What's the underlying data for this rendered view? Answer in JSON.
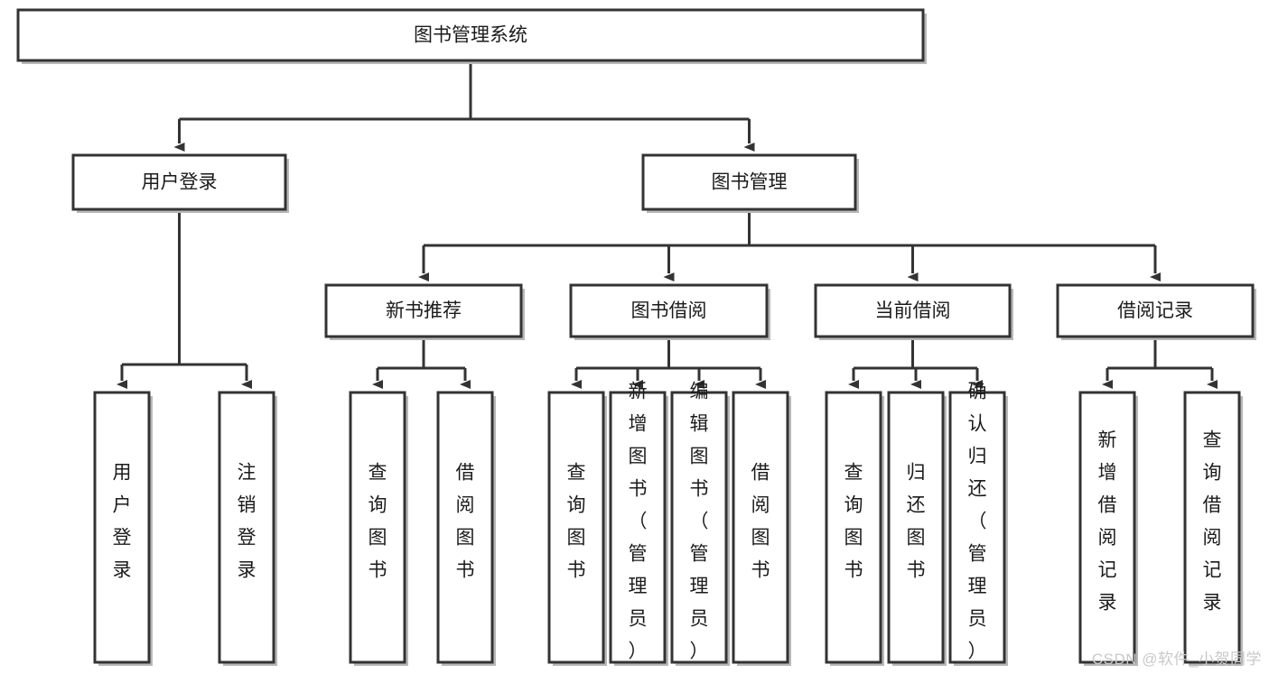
{
  "diagram": {
    "title": "图书管理系统",
    "type": "hierarchy-tree",
    "orientation": "top-down",
    "levels": 4,
    "colors": {
      "box_fill": "#ffffff",
      "box_stroke": "#333333",
      "edge": "#333333",
      "text": "#1b1b1b",
      "watermark": "#c9c9c9",
      "background": "#ffffff"
    },
    "root": {
      "id": "root",
      "label": "图书管理系统",
      "orientation": "horizontal"
    },
    "level2": [
      {
        "id": "user-login",
        "label": "用户登录",
        "orientation": "horizontal"
      },
      {
        "id": "book-manage",
        "label": "图书管理",
        "orientation": "horizontal"
      }
    ],
    "level3": [
      {
        "id": "new-book-recommend",
        "label": "新书推荐",
        "parent": "book-manage",
        "orientation": "horizontal"
      },
      {
        "id": "book-borrow",
        "label": "图书借阅",
        "parent": "book-manage",
        "orientation": "horizontal"
      },
      {
        "id": "current-borrow",
        "label": "当前借阅",
        "parent": "book-manage",
        "orientation": "horizontal"
      },
      {
        "id": "borrow-record",
        "label": "借阅记录",
        "parent": "book-manage",
        "orientation": "horizontal"
      }
    ],
    "leaves": [
      {
        "id": "leaf-user-login",
        "label": "用户登录",
        "parent": "user-login",
        "orientation": "vertical"
      },
      {
        "id": "leaf-logout-login",
        "label": "注销登录",
        "parent": "user-login",
        "orientation": "vertical"
      },
      {
        "id": "leaf-query-book-1",
        "label": "查询图书",
        "parent": "new-book-recommend",
        "orientation": "vertical"
      },
      {
        "id": "leaf-borrow-book-1",
        "label": "借阅图书",
        "parent": "new-book-recommend",
        "orientation": "vertical"
      },
      {
        "id": "leaf-query-book-2",
        "label": "查询图书",
        "parent": "book-borrow",
        "orientation": "vertical"
      },
      {
        "id": "leaf-add-book",
        "label": "新增图书（管理员）",
        "parent": "book-borrow",
        "orientation": "vertical"
      },
      {
        "id": "leaf-edit-book",
        "label": "编辑图书（管理员）",
        "parent": "book-borrow",
        "orientation": "vertical"
      },
      {
        "id": "leaf-borrow-book-2",
        "label": "借阅图书",
        "parent": "book-borrow",
        "orientation": "vertical"
      },
      {
        "id": "leaf-query-book-3",
        "label": "查询图书",
        "parent": "current-borrow",
        "orientation": "vertical"
      },
      {
        "id": "leaf-return-book",
        "label": "归还图书",
        "parent": "current-borrow",
        "orientation": "vertical"
      },
      {
        "id": "leaf-confirm-return",
        "label": "确认归还（管理员）",
        "parent": "current-borrow",
        "orientation": "vertical"
      },
      {
        "id": "leaf-add-record",
        "label": "新增借阅记录",
        "parent": "borrow-record",
        "orientation": "vertical"
      },
      {
        "id": "leaf-query-record",
        "label": "查询借阅记录",
        "parent": "borrow-record",
        "orientation": "vertical"
      }
    ]
  },
  "watermark": {
    "text": "CSDN @软件_小贺同学"
  }
}
